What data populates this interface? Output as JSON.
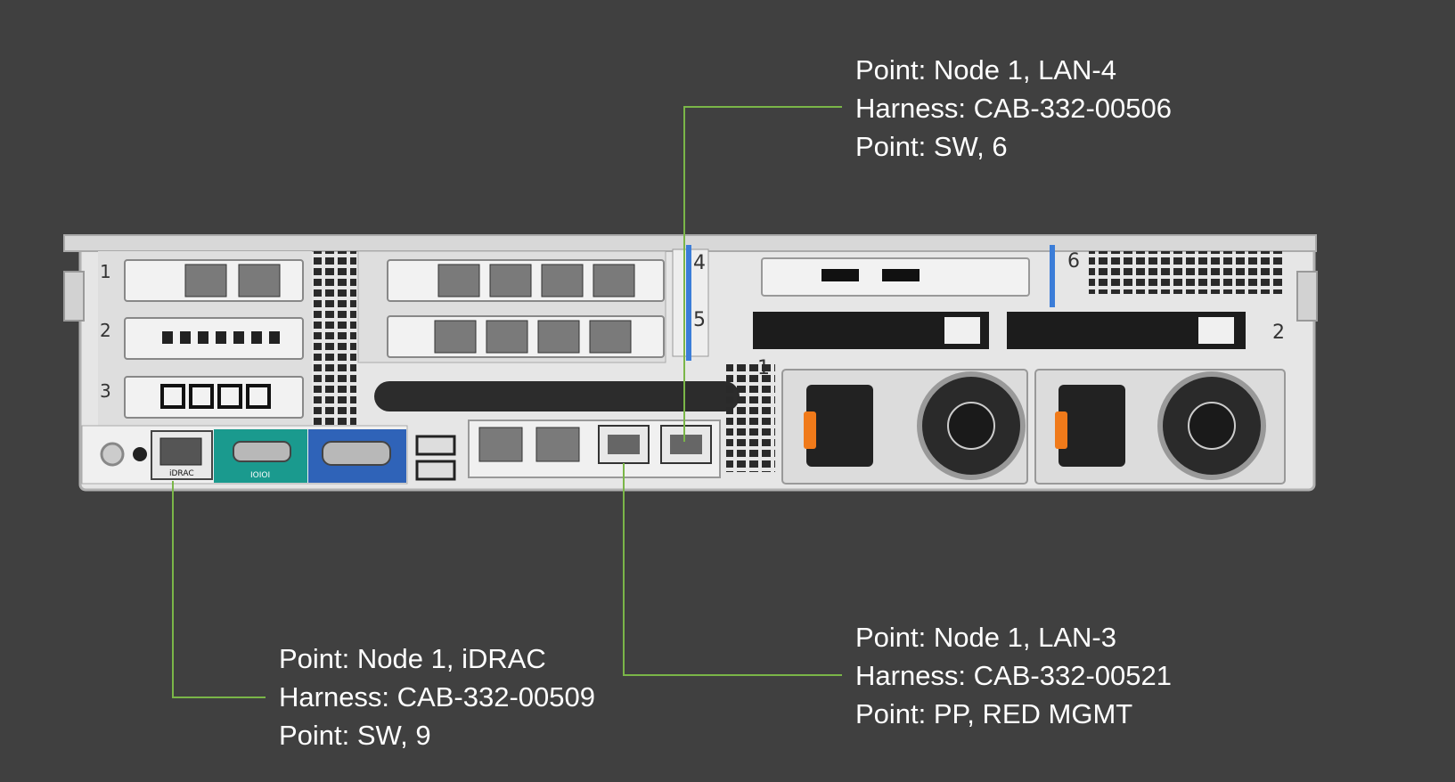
{
  "chassis": {
    "riser_slot_labels": [
      "1",
      "2",
      "3",
      "4",
      "5",
      "6"
    ],
    "psu_labels": [
      "1",
      "2"
    ],
    "port_labels": {
      "idrac": "iDRAC",
      "serial": "IOIOI"
    }
  },
  "callouts": {
    "lan4": {
      "line1": "Point: Node 1, LAN-4",
      "line2": "Harness: CAB-332-00506",
      "line3": "Point: SW, 6"
    },
    "idrac": {
      "line1": "Point: Node 1, iDRAC",
      "line2": "Harness: CAB-332-00509",
      "line3": "Point: SW, 9"
    },
    "lan3": {
      "line1": "Point: Node 1, LAN-3",
      "line2": "Harness: CAB-332-00521",
      "line3": "Point: PP, RED MGMT"
    }
  },
  "colors": {
    "background": "#404040",
    "leader_line": "#7ab648",
    "text": "#ffffff",
    "serial_port_panel": "#1a9a8e",
    "vga_port_panel": "#2f63b8",
    "psu_handle": "#f07a1a"
  }
}
